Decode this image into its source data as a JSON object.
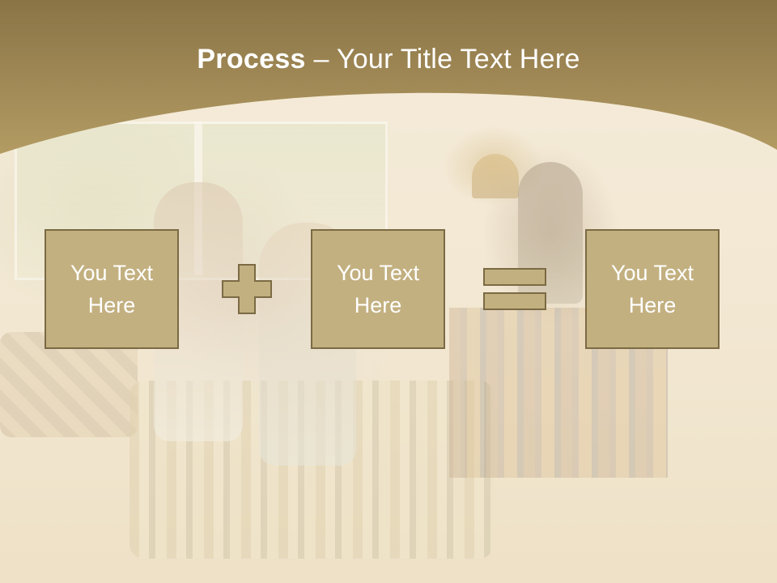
{
  "slide": {
    "title_bold": "Process",
    "title_rest": " – Your Title Text Here",
    "boxes": [
      {
        "line1": "You Text",
        "line2": "Here"
      },
      {
        "line1": "You Text",
        "line2": "Here"
      },
      {
        "line1": "You Text",
        "line2": "Here"
      }
    ],
    "operators": [
      "plus-icon",
      "equals-icon"
    ]
  },
  "colors": {
    "header_band_top": "#8a7446",
    "header_band_bottom": "#b39b63",
    "box_fill": "#c3b080",
    "box_border": "#7b6a44",
    "text": "#ffffff"
  }
}
